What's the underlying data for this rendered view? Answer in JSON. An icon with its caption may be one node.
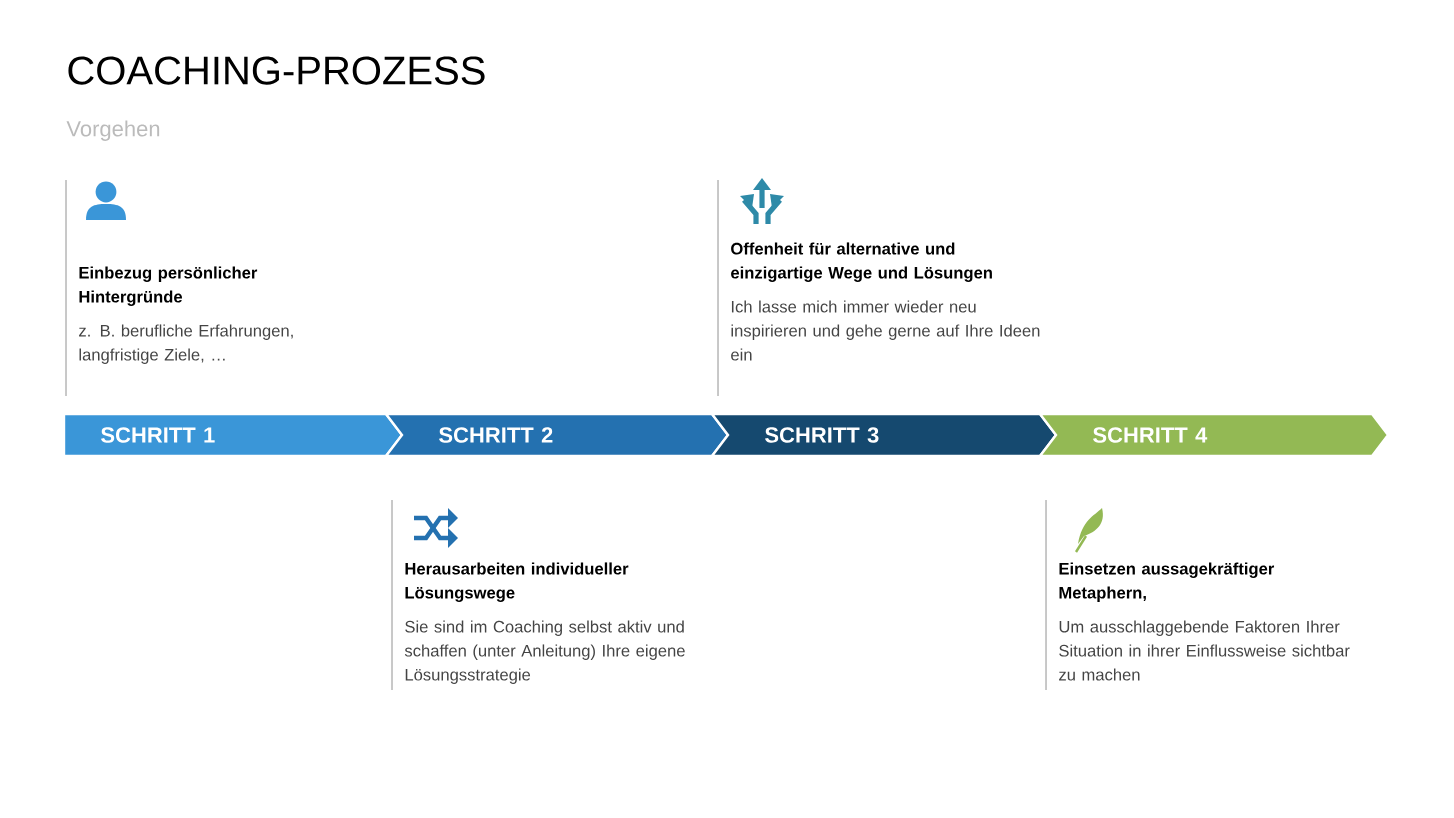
{
  "diagram": {
    "title": "COACHING-PROZESS",
    "nodes": [
      {
        "text": [
          "Einbezug persönlicher Hintergründe",
          "z. B. berufliche Erfahrungen, langfristige Ziele, …"
        ]
      },
      {
        "text": [
          "Offenheit für alternative und einzigartige Wege und Lösungen",
          "Ich lasse mich immer wieder neu inspirieren und gehe gerne auf Ihre Ideen ein"
        ]
      },
      {
        "text": [
          "SCHRITT 1"
        ]
      },
      {
        "text": [
          "SCHRITT 2"
        ]
      },
      {
        "text": [
          "SCHRITT 3"
        ]
      },
      {
        "text": [
          "SCHRITT 4"
        ]
      },
      {
        "text": [
          "Herausarbeiten individueller Lösungswege",
          "Sie sind im Coaching selbst aktiv und schaffen (unter Anleitung) Ihre eigene Lösungsstrategie"
        ]
      },
      {
        "text": [
          "Einsetzen aussagekräftiger Metaphern,",
          "Um ausschlaggebende Faktoren Ihrer Situation in ihrer Einflussweise sichtbar zu machen"
        ]
      }
    ],
    "labels": [
      "Vorgehen"
    ]
  }
}
